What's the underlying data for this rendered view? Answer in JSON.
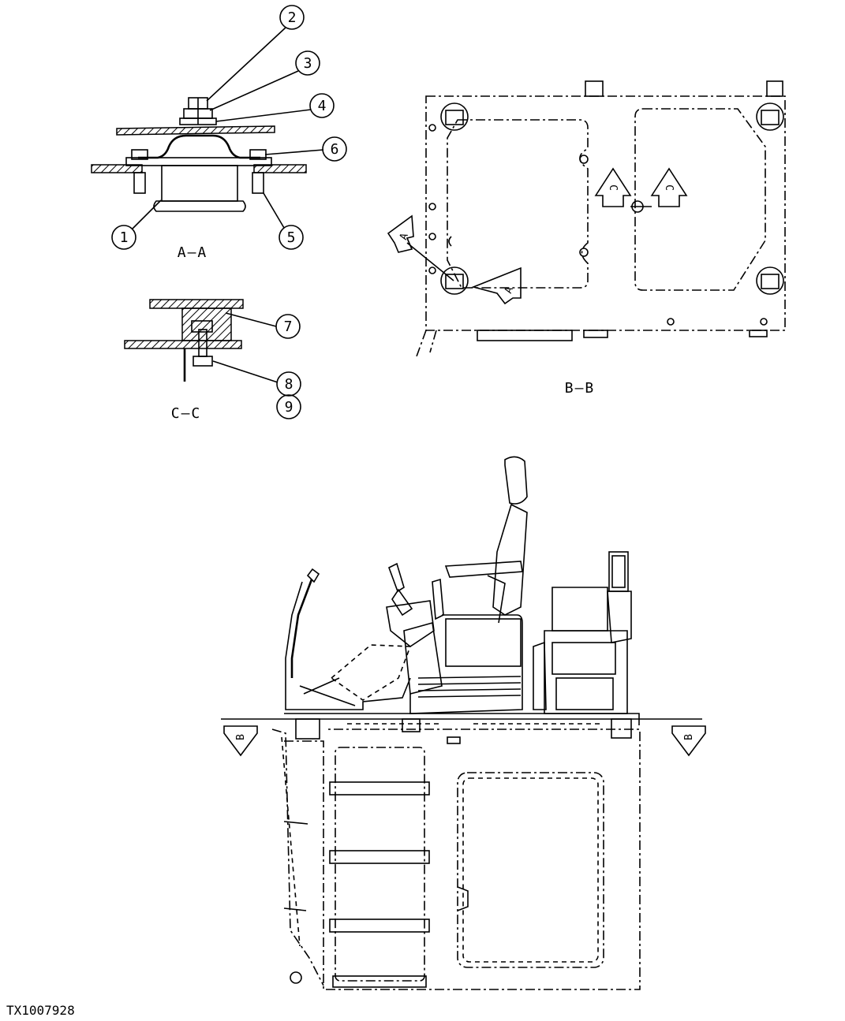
{
  "figure_id": "TX1007928",
  "views": {
    "section_a": "A–A",
    "section_b": "B–B",
    "section_c": "C–C"
  },
  "callouts": [
    "1",
    "2",
    "3",
    "4",
    "5",
    "6",
    "7",
    "8",
    "9"
  ],
  "section_markers": {
    "a": "A",
    "b": "B",
    "c": "C"
  }
}
